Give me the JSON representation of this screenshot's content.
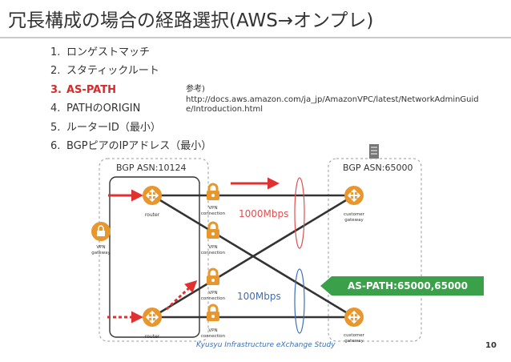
{
  "slide": {
    "title": "冗長構成の場合の経路選択(AWS→オンプレ)",
    "page_number": "10",
    "footer": "Kyusyu Infrastructure eXchange Study"
  },
  "criteria": [
    {
      "num": "1.",
      "label": "ロンゲストマッチ",
      "highlight": false
    },
    {
      "num": "2.",
      "label": "スタティックルート",
      "highlight": false
    },
    {
      "num": "3.",
      "label": "AS-PATH",
      "highlight": true
    },
    {
      "num": "4.",
      "label": "PATHのORIGIN",
      "highlight": false
    },
    {
      "num": "5.",
      "label": "ルーターID（最小）",
      "highlight": false
    },
    {
      "num": "6.",
      "label": "BGPピアのIPアドレス（最小）",
      "highlight": false
    }
  ],
  "reference": {
    "label": "参考)",
    "url_line1": "http://docs.aws.amazon.com/ja_jp/AmazonVPC/latest/NetworkAdminGuid",
    "url_line2": "e/Introduction.html"
  },
  "diagram": {
    "left_asn": "BGP ASN:10124",
    "right_asn": "BGP ASN:65000",
    "bandwidth_top": "1000Mbps",
    "bandwidth_bottom": "100Mbps",
    "as_path_badge": "AS-PATH:65000,65000",
    "router_label": "router",
    "vpn_gateway_label_1": "VPN",
    "vpn_gateway_label_2": "gateway",
    "vpn_conn_label_1": "VPN",
    "vpn_conn_label_2": "connection",
    "cgw_label_1": "customer",
    "cgw_label_2": "gateway"
  },
  "colors": {
    "aws_orange": "#e8962e",
    "red_arrow": "#e03030",
    "badge_green": "#3aa04a",
    "link_line": "#333333",
    "bandwidth_text": "#3d6fb6"
  }
}
